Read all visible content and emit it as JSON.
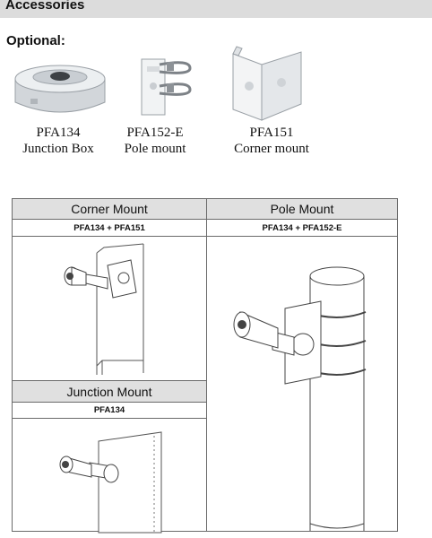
{
  "header": {
    "title": "Accessories"
  },
  "optional_label": "Optional:",
  "accessories": [
    {
      "model": "PFA134",
      "name": "Junction Box",
      "icon": "junction-box-icon"
    },
    {
      "model": "PFA152-E",
      "name": "Pole mount",
      "icon": "pole-mount-icon"
    },
    {
      "model": "PFA151",
      "name": "Corner mount",
      "icon": "corner-mount-icon"
    }
  ],
  "table": {
    "corner": {
      "title": "Corner Mount",
      "combo": "PFA134 + PFA151"
    },
    "pole": {
      "title": "Pole Mount",
      "combo": "PFA134 + PFA152-E"
    },
    "junction": {
      "title": "Junction Mount",
      "combo": "PFA134"
    }
  }
}
